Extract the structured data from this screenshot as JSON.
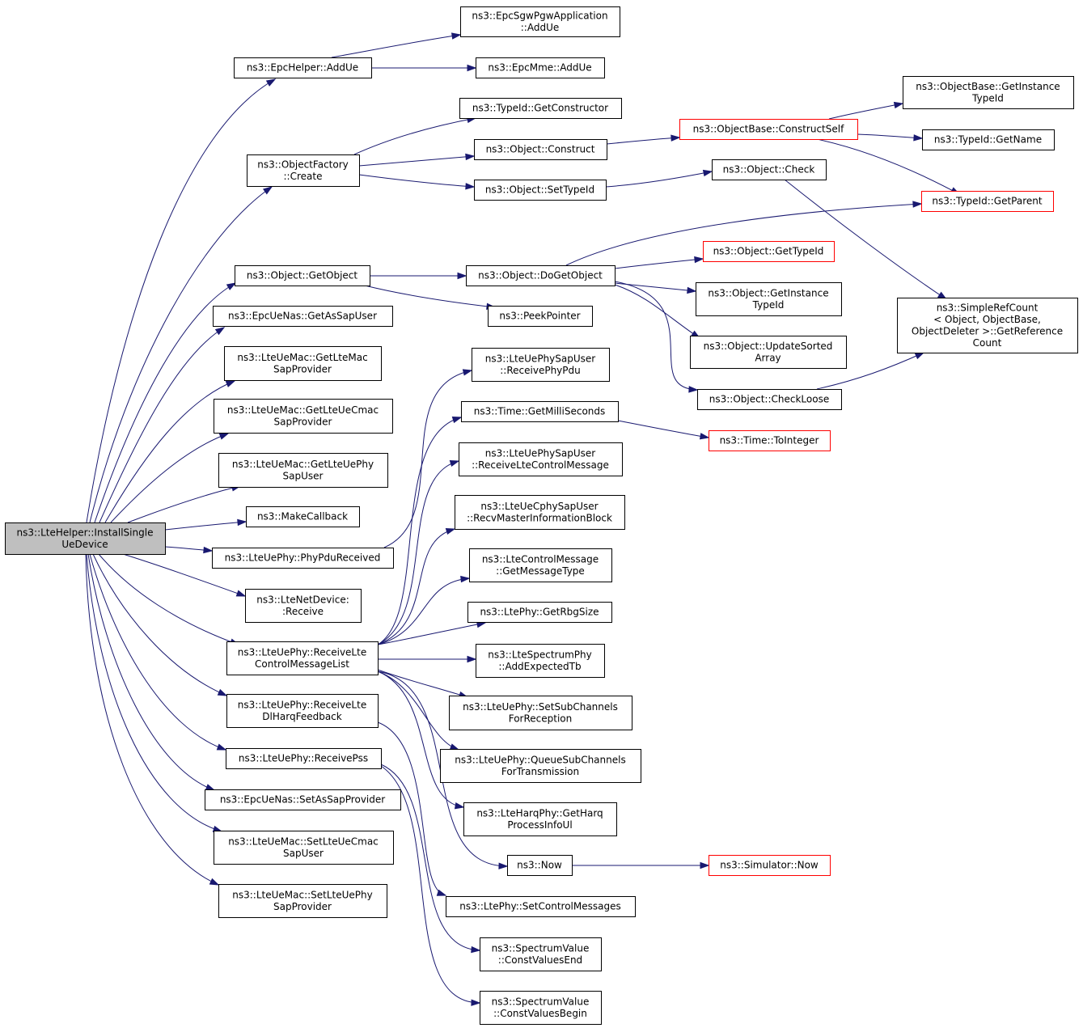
{
  "diagram": {
    "edge_color": "#191970",
    "nodes": [
      {
        "id": "root",
        "lines": [
          "ns3::LteHelper::InstallSingle",
          "UeDevice"
        ],
        "style": "root"
      },
      {
        "id": "epchelper_addue",
        "lines": [
          "ns3::EpcHelper::AddUe"
        ],
        "style": "normal"
      },
      {
        "id": "sgw_addue",
        "lines": [
          "ns3::EpcSgwPgwApplication",
          "::AddUe"
        ],
        "style": "normal"
      },
      {
        "id": "mme_addue",
        "lines": [
          "ns3::EpcMme::AddUe"
        ],
        "style": "normal"
      },
      {
        "id": "typeid_getconstructor",
        "lines": [
          "ns3::TypeId::GetConstructor"
        ],
        "style": "normal"
      },
      {
        "id": "objectfactory_create",
        "lines": [
          "ns3::ObjectFactory",
          "::Create"
        ],
        "style": "normal"
      },
      {
        "id": "object_construct",
        "lines": [
          "ns3::Object::Construct"
        ],
        "style": "normal"
      },
      {
        "id": "object_settypeid",
        "lines": [
          "ns3::Object::SetTypeId"
        ],
        "style": "normal"
      },
      {
        "id": "objectbase_constructself",
        "lines": [
          "ns3::ObjectBase::ConstructSelf"
        ],
        "style": "red"
      },
      {
        "id": "objectbase_getinstancetypeid",
        "lines": [
          "ns3::ObjectBase::GetInstance",
          "TypeId"
        ],
        "style": "normal"
      },
      {
        "id": "typeid_getname",
        "lines": [
          "ns3::TypeId::GetName"
        ],
        "style": "normal"
      },
      {
        "id": "object_check",
        "lines": [
          "ns3::Object::Check"
        ],
        "style": "normal"
      },
      {
        "id": "typeid_getparent",
        "lines": [
          "ns3::TypeId::GetParent"
        ],
        "style": "red"
      },
      {
        "id": "object_getobject",
        "lines": [
          "ns3::Object::GetObject"
        ],
        "style": "normal"
      },
      {
        "id": "object_dogetobject",
        "lines": [
          "ns3::Object::DoGetObject"
        ],
        "style": "normal"
      },
      {
        "id": "object_gettypeid",
        "lines": [
          "ns3::Object::GetTypeId"
        ],
        "style": "red"
      },
      {
        "id": "object_getinstancetypeid",
        "lines": [
          "ns3::Object::GetInstance",
          "TypeId"
        ],
        "style": "normal"
      },
      {
        "id": "simplerefcount",
        "lines": [
          "ns3::SimpleRefCount",
          "< Object, ObjectBase,",
          "ObjectDeleter >::GetReference",
          "Count"
        ],
        "style": "normal"
      },
      {
        "id": "peekpointer",
        "lines": [
          "ns3::PeekPointer"
        ],
        "style": "normal"
      },
      {
        "id": "object_updatesortedarray",
        "lines": [
          "ns3::Object::UpdateSorted",
          "Array"
        ],
        "style": "normal"
      },
      {
        "id": "object_checkloose",
        "lines": [
          "ns3::Object::CheckLoose"
        ],
        "style": "normal"
      },
      {
        "id": "epcuenas_getassapuser",
        "lines": [
          "ns3::EpcUeNas::GetAsSapUser"
        ],
        "style": "normal"
      },
      {
        "id": "lteuemac_getltemacsapprovider",
        "lines": [
          "ns3::LteUeMac::GetLteMac",
          "SapProvider"
        ],
        "style": "normal"
      },
      {
        "id": "lteuemac_getlteuecmacsapprovider",
        "lines": [
          "ns3::LteUeMac::GetLteUeCmac",
          "SapProvider"
        ],
        "style": "normal"
      },
      {
        "id": "lteuemac_getlteuephysapuser",
        "lines": [
          "ns3::LteUeMac::GetLteUePhy",
          "SapUser"
        ],
        "style": "normal"
      },
      {
        "id": "makecallback",
        "lines": [
          "ns3::MakeCallback"
        ],
        "style": "normal"
      },
      {
        "id": "lteuephy_phypdureceived",
        "lines": [
          "ns3::LteUePhy::PhyPduReceived"
        ],
        "style": "normal"
      },
      {
        "id": "ltenetdevice_receive",
        "lines": [
          "ns3::LteNetDevice:",
          ":Receive"
        ],
        "style": "normal"
      },
      {
        "id": "lteuephy_receivectrlmsglist",
        "lines": [
          "ns3::LteUePhy::ReceiveLte",
          "ControlMessageList"
        ],
        "style": "normal"
      },
      {
        "id": "lteuephy_receivedlharq",
        "lines": [
          "ns3::LteUePhy::ReceiveLte",
          "DlHarqFeedback"
        ],
        "style": "normal"
      },
      {
        "id": "lteuephy_receivepss",
        "lines": [
          "ns3::LteUePhy::ReceivePss"
        ],
        "style": "normal"
      },
      {
        "id": "epcuenas_setassapprovider",
        "lines": [
          "ns3::EpcUeNas::SetAsSapProvider"
        ],
        "style": "normal"
      },
      {
        "id": "lteuemac_setlteuecmacsapuser",
        "lines": [
          "ns3::LteUeMac::SetLteUeCmac",
          "SapUser"
        ],
        "style": "normal"
      },
      {
        "id": "lteuemac_setlteuephysapprovider",
        "lines": [
          "ns3::LteUeMac::SetLteUePhy",
          "SapProvider"
        ],
        "style": "normal"
      },
      {
        "id": "lteuephysapuser_receivephypdu",
        "lines": [
          "ns3::LteUePhySapUser",
          "::ReceivePhyPdu"
        ],
        "style": "normal"
      },
      {
        "id": "time_getmilliseconds",
        "lines": [
          "ns3::Time::GetMilliSeconds"
        ],
        "style": "normal"
      },
      {
        "id": "time_tointeger",
        "lines": [
          "ns3::Time::ToInteger"
        ],
        "style": "red"
      },
      {
        "id": "lteuephysapuser_receivectrl",
        "lines": [
          "ns3::LteUePhySapUser",
          "::ReceiveLteControlMessage"
        ],
        "style": "normal"
      },
      {
        "id": "lteuecphysapuser_recvmib",
        "lines": [
          "ns3::LteUeCphySapUser",
          "::RecvMasterInformationBlock"
        ],
        "style": "normal"
      },
      {
        "id": "ltecontrolmessage_getmessagetype",
        "lines": [
          "ns3::LteControlMessage",
          "::GetMessageType"
        ],
        "style": "normal"
      },
      {
        "id": "ltephy_getrbgsize",
        "lines": [
          "ns3::LtePhy::GetRbgSize"
        ],
        "style": "normal"
      },
      {
        "id": "ltespectrumphy_addexpectedtb",
        "lines": [
          "ns3::LteSpectrumPhy",
          "::AddExpectedTb"
        ],
        "style": "normal"
      },
      {
        "id": "lteuephy_setsubchannels",
        "lines": [
          "ns3::LteUePhy::SetSubChannels",
          "ForReception"
        ],
        "style": "normal"
      },
      {
        "id": "lteuephy_queuesubchannels",
        "lines": [
          "ns3::LteUePhy::QueueSubChannels",
          "ForTransmission"
        ],
        "style": "normal"
      },
      {
        "id": "lteharqphy_getharqprocessinfoul",
        "lines": [
          "ns3::LteHarqPhy::GetHarq",
          "ProcessInfoUl"
        ],
        "style": "normal"
      },
      {
        "id": "now",
        "lines": [
          "ns3::Now"
        ],
        "style": "normal"
      },
      {
        "id": "simulator_now",
        "lines": [
          "ns3::Simulator::Now"
        ],
        "style": "red"
      },
      {
        "id": "ltephy_setcontrolmessages",
        "lines": [
          "ns3::LtePhy::SetControlMessages"
        ],
        "style": "normal"
      },
      {
        "id": "spectrumvalue_constvaluesend",
        "lines": [
          "ns3::SpectrumValue",
          "::ConstValuesEnd"
        ],
        "style": "normal"
      },
      {
        "id": "spectrumvalue_constvaluesbegin",
        "lines": [
          "ns3::SpectrumValue",
          "::ConstValuesBegin"
        ],
        "style": "normal"
      }
    ]
  }
}
